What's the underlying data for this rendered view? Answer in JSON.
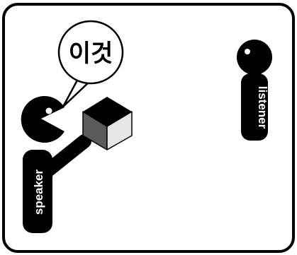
{
  "speech_bubble": {
    "text": "이것"
  },
  "speaker": {
    "label": "speaker"
  },
  "listener": {
    "label": "listener"
  },
  "colors": {
    "outline": "#000000",
    "figure": "#000000",
    "label_text": "#ffffff",
    "background": "#ffffff",
    "cube_top": "#000000",
    "cube_left": "#5a5a5a",
    "cube_right": "#e6e6e6"
  }
}
